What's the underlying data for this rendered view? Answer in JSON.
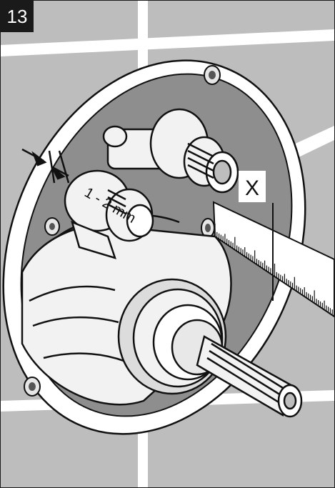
{
  "step": {
    "number": "13"
  },
  "annotations": {
    "gap_label": "1 - 2 mm",
    "measure_label": "X"
  },
  "colors": {
    "tile": "#bdbdbd",
    "grout": "#ffffff",
    "plate": "#8e8e8e",
    "part_fill": "#f2f2f2",
    "outline": "#111111",
    "badge": "#1a1a1a"
  },
  "icons": {
    "gap_arrows": "arrow-pair-icon"
  }
}
